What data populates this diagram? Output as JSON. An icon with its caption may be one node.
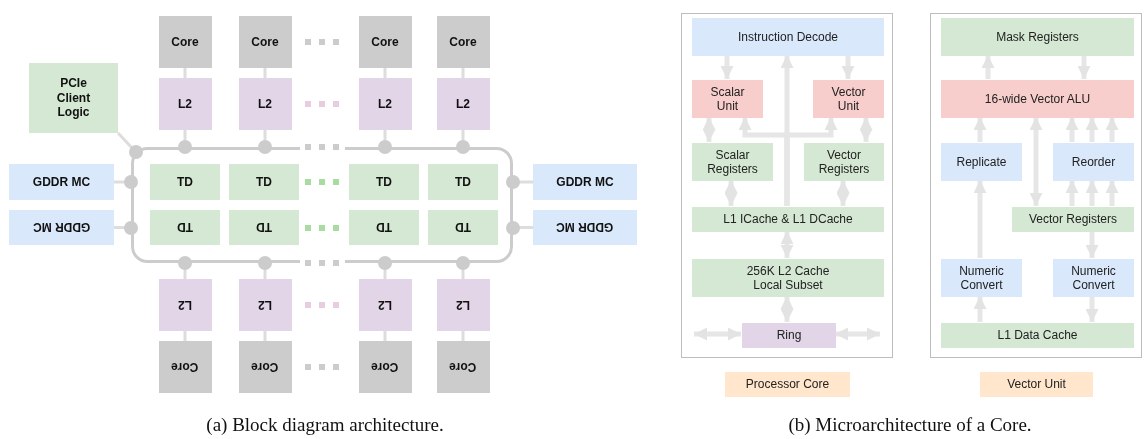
{
  "diagram": {
    "nodes": [
      {
        "text": [
          "Core"
        ]
      },
      {
        "text": [
          "Core"
        ]
      },
      {
        "text": [
          "Core"
        ]
      },
      {
        "text": [
          "Core"
        ]
      },
      {
        "text": [
          "PCIe Client Logic"
        ]
      },
      {
        "text": [
          "L2"
        ]
      },
      {
        "text": [
          "L2"
        ]
      },
      {
        "text": [
          "L2"
        ]
      },
      {
        "text": [
          "L2"
        ]
      },
      {
        "text": [],
        "shape": "box"
      },
      {
        "text": [
          "GDDR MC"
        ]
      },
      {
        "text": [
          "TD"
        ],
        "in": 9
      },
      {
        "text": [
          "TD"
        ],
        "in": 9
      },
      {
        "text": [
          "TD"
        ],
        "in": 9
      },
      {
        "text": [
          "TD"
        ],
        "in": 9
      },
      {
        "text": [
          "GDDR MC"
        ]
      },
      {
        "text": [
          "GDDR MC"
        ]
      },
      {
        "text": [
          "TD"
        ],
        "in": 9
      },
      {
        "text": [
          "TD"
        ],
        "in": 9
      },
      {
        "text": [
          "TD"
        ],
        "in": 9
      },
      {
        "text": [
          "TD"
        ],
        "in": 9
      },
      {
        "text": [
          "GDDR MC"
        ]
      },
      {
        "text": [
          "L2"
        ]
      },
      {
        "text": [
          "L2"
        ]
      },
      {
        "text": [
          "L2"
        ]
      },
      {
        "text": [
          "L2"
        ]
      },
      {
        "text": [
          "Core"
        ]
      },
      {
        "text": [
          "Core"
        ]
      },
      {
        "text": [
          "Core"
        ]
      },
      {
        "text": [
          "Core"
        ]
      },
      {
        "text": [],
        "shape": "box"
      },
      {
        "text": [
          "Instruction Decode"
        ],
        "in": 30
      },
      {
        "text": [
          "Scalar Unit"
        ],
        "in": 30
      },
      {
        "text": [
          "Vector Unit"
        ],
        "in": 30
      },
      {
        "text": [
          "Scalar Registers"
        ],
        "in": 30
      },
      {
        "text": [
          "Vector Registers"
        ],
        "in": 30
      },
      {
        "text": [
          "L1 ICache & L1 DCache"
        ],
        "in": 30
      },
      {
        "text": [
          "256K L2 Cache Local Subset"
        ],
        "in": 30
      },
      {
        "text": [
          "Ring"
        ],
        "in": 30
      },
      {
        "text": [],
        "shape": "box"
      },
      {
        "text": [
          "Mask Registers"
        ],
        "in": 39
      },
      {
        "text": [
          "16-wide Vector ALU"
        ],
        "in": 39
      },
      {
        "text": [
          "Replicate"
        ],
        "in": 39
      },
      {
        "text": [
          "Reorder"
        ],
        "in": 39
      },
      {
        "text": [
          "Vector Registers"
        ],
        "in": 39
      },
      {
        "text": [
          "Numeric Convert"
        ],
        "in": 39
      },
      {
        "text": [
          "Numeric Convert"
        ],
        "in": 39
      },
      {
        "text": [
          "L1 Data Cache"
        ],
        "in": 39
      },
      {
        "text": [
          "Processor Core"
        ]
      },
      {
        "text": [
          "Vector Unit"
        ]
      }
    ],
    "edges": [
      {
        "from": 0,
        "to": 5,
        "arrow": "none"
      },
      {
        "from": 1,
        "to": 6,
        "arrow": "none"
      },
      {
        "from": 2,
        "to": 7,
        "arrow": "none"
      },
      {
        "from": 3,
        "to": 8,
        "arrow": "none"
      },
      {
        "from": 4,
        "to": 9,
        "arrow": "none"
      },
      {
        "from": 5,
        "to": 9,
        "arrow": "none"
      },
      {
        "from": 6,
        "to": 9,
        "arrow": "none"
      },
      {
        "from": 7,
        "to": 9,
        "arrow": "none"
      },
      {
        "from": 8,
        "to": 9,
        "arrow": "none"
      },
      {
        "from": 10,
        "to": 9,
        "arrow": "none"
      },
      {
        "from": 15,
        "to": 9,
        "arrow": "none"
      },
      {
        "from": 16,
        "to": 9,
        "arrow": "none"
      },
      {
        "from": 21,
        "to": 9,
        "arrow": "none"
      },
      {
        "from": 9,
        "to": 22,
        "arrow": "none"
      },
      {
        "from": 9,
        "to": 23,
        "arrow": "none"
      },
      {
        "from": 9,
        "to": 24,
        "arrow": "none"
      },
      {
        "from": 9,
        "to": 25,
        "arrow": "none"
      },
      {
        "from": 22,
        "to": 26,
        "arrow": "none"
      },
      {
        "from": 23,
        "to": 27,
        "arrow": "none"
      },
      {
        "from": 24,
        "to": 28,
        "arrow": "none"
      },
      {
        "from": 25,
        "to": 29,
        "arrow": "none"
      },
      {
        "from": 31,
        "to": 32,
        "arrow": "to"
      },
      {
        "from": 31,
        "to": 33,
        "arrow": "to"
      },
      {
        "from": 32,
        "to": 34,
        "arrow": "both"
      },
      {
        "from": 33,
        "to": 35,
        "arrow": "both"
      },
      {
        "from": 34,
        "to": 36,
        "arrow": "both"
      },
      {
        "from": 35,
        "to": 36,
        "arrow": "both"
      },
      {
        "from": 36,
        "to": 31,
        "arrow": "to"
      },
      {
        "from": 36,
        "to": 32,
        "arrow": "to"
      },
      {
        "from": 36,
        "to": 33,
        "arrow": "to"
      },
      {
        "from": 36,
        "to": 37,
        "arrow": "both"
      },
      {
        "from": 37,
        "to": 38,
        "arrow": "both"
      },
      {
        "from": 38,
        "to": null,
        "arrow": "both"
      },
      {
        "from": 38,
        "to": null,
        "arrow": "both"
      },
      {
        "from": 41,
        "to": 40,
        "arrow": "to"
      },
      {
        "from": 40,
        "to": 41,
        "arrow": "to"
      },
      {
        "from": 42,
        "to": 41,
        "arrow": "to"
      },
      {
        "from": 41,
        "to": 44,
        "arrow": "both"
      },
      {
        "from": 43,
        "to": 41,
        "arrow": "to"
      },
      {
        "from": 43,
        "to": 41,
        "arrow": "to"
      },
      {
        "from": 43,
        "to": 41,
        "arrow": "to"
      },
      {
        "from": 44,
        "to": 43,
        "arrow": "to"
      },
      {
        "from": 44,
        "to": 43,
        "arrow": "to"
      },
      {
        "from": 44,
        "to": 43,
        "arrow": "to"
      },
      {
        "from": 44,
        "to": 46,
        "arrow": "to"
      },
      {
        "from": 46,
        "to": 47,
        "arrow": "to"
      },
      {
        "from": 47,
        "to": 45,
        "arrow": "to"
      },
      {
        "from": 45,
        "to": 42,
        "arrow": "to"
      }
    ],
    "labels": [
      "(a) Block diagram architecture.",
      "(b) Microarchitecture of a Core."
    ]
  }
}
